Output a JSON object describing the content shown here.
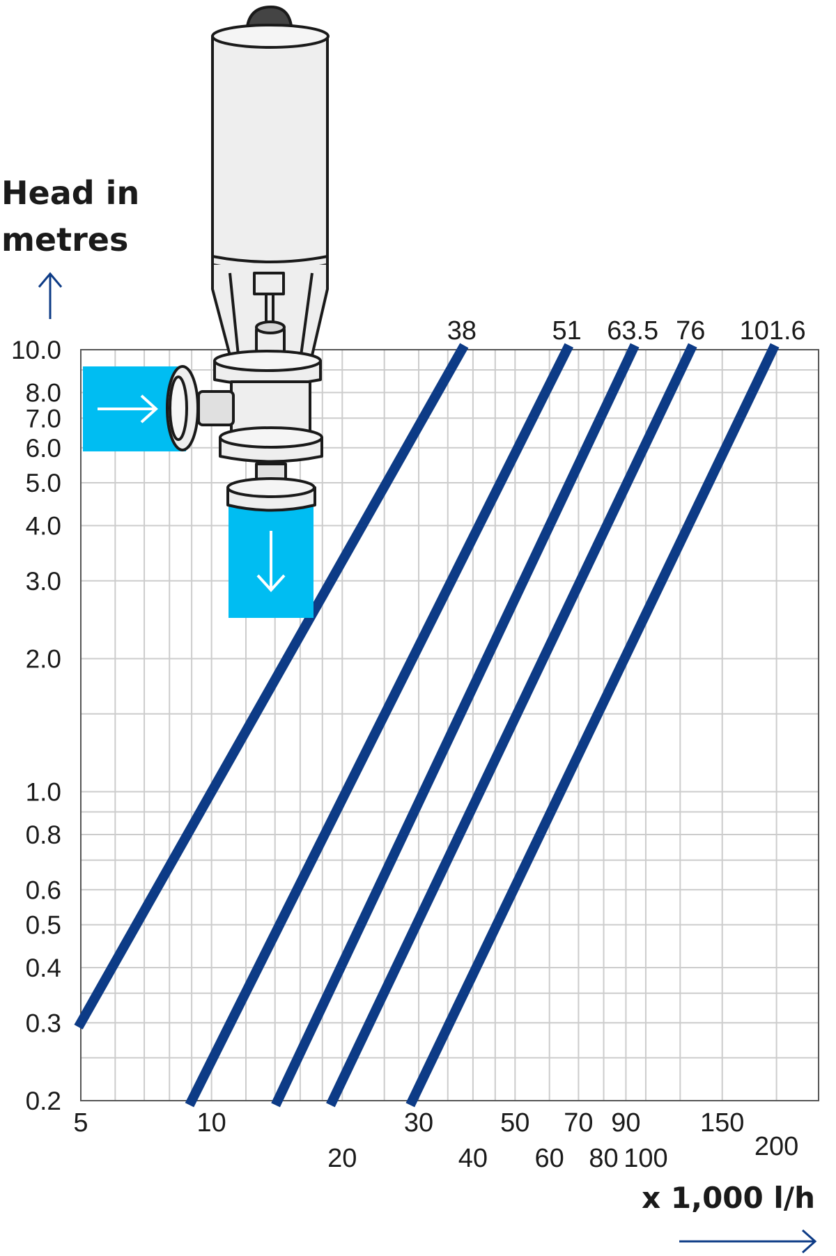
{
  "chart_data": {
    "type": "line",
    "x_scale": "log",
    "y_scale": "log",
    "xlim": [
      5,
      250
    ],
    "ylim": [
      0.2,
      10.0
    ],
    "x_tick_labels": [
      "5",
      "10",
      "20",
      "30",
      "40",
      "50",
      "60",
      "70",
      "80",
      "90",
      "100",
      "150",
      "200"
    ],
    "y_tick_labels": [
      "10.0",
      "8.0",
      "7.0",
      "6.0",
      "5.0",
      "4.0",
      "3.0",
      "2.0",
      "1.0",
      "0.8",
      "0.6",
      "0.5",
      "0.4",
      "0.3",
      "0.2"
    ],
    "xlabel": "x 1,000 l/h",
    "ylabel": "Head in metres",
    "grid": true,
    "series": [
      {
        "name": "38",
        "x": [
          5.0,
          37.7
        ],
        "y": [
          0.3,
          10.0
        ]
      },
      {
        "name": "51",
        "x": [
          9.0,
          65.8
        ],
        "y": [
          0.2,
          10.0
        ]
      },
      {
        "name": "63.5",
        "x": [
          14.2,
          93.3
        ],
        "y": [
          0.2,
          10.0
        ]
      },
      {
        "name": "76",
        "x": [
          19.0,
          126.8
        ],
        "y": [
          0.2,
          10.0
        ]
      },
      {
        "name": "101.6",
        "x": [
          29.0,
          196.0
        ],
        "y": [
          0.2,
          10.0
        ]
      }
    ]
  },
  "colors": {
    "line": "#0d3b86",
    "grid": "#cccccc",
    "axis": "#555555",
    "flow": "#00bdf2",
    "valve_body": "#eeeeee",
    "valve_stroke": "#1a1a1a",
    "valve_cap": "#444444"
  },
  "illustration": {
    "name": "valve-diagram",
    "inlet_arrow": "right-arrow-icon",
    "outlet_arrow": "down-arrow-icon"
  }
}
